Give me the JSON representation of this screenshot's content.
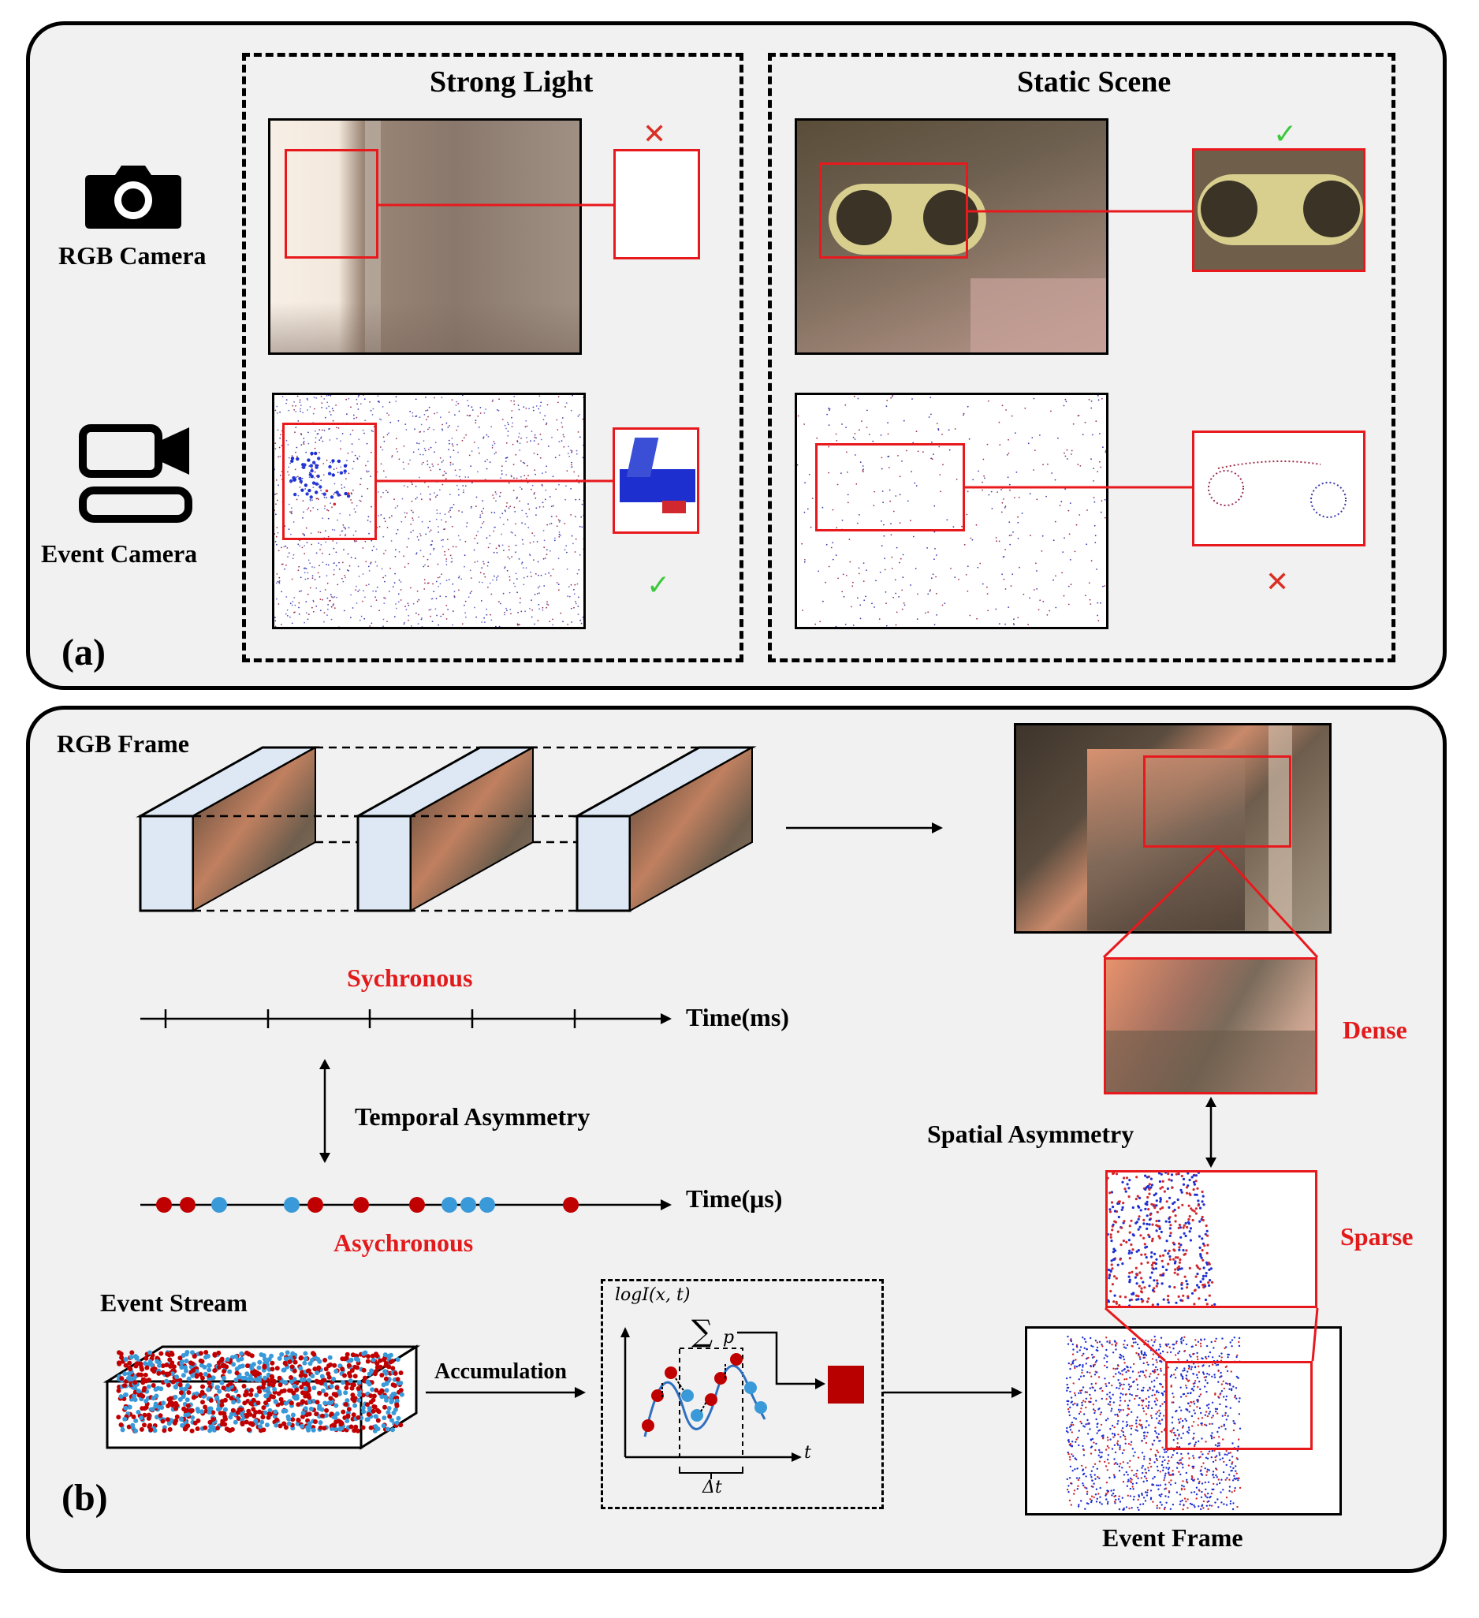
{
  "panel_a": {
    "label": "(a)",
    "col_strong": "Strong Light",
    "col_static": "Static Scene",
    "row_rgb": "RGB Camera",
    "row_event": "Event Camera",
    "fail_mark": "✕",
    "ok_mark": "✓"
  },
  "panel_b": {
    "label": "(b)",
    "rgb_frame": "RGB Frame",
    "synchronous": "Sychronous",
    "time_ms": "Time(ms)",
    "temporal_asymmetry": "Temporal Asymmetry",
    "time_us": "Time(μs)",
    "asynchronous": "Asychronous",
    "event_stream": "Event Stream",
    "accumulation": "Accumulation",
    "inset_ylabel": "logI(x, t)",
    "inset_sum": "∑",
    "inset_p": "p",
    "inset_t": "t",
    "inset_dt": "Δt",
    "dense": "Dense",
    "spatial_asymmetry": "Spatial Asymmetry",
    "sparse": "Sparse",
    "event_frame": "Event Frame"
  },
  "colors": {
    "accent_red": "#e31a1c",
    "event_red": "#c00000",
    "event_blue": "#3a9ad9",
    "panel_bg": "#f1f1f1"
  },
  "icons": [
    "camera-icon",
    "video-camera-icon",
    "cross-icon",
    "check-icon",
    "arrow-icon"
  ]
}
